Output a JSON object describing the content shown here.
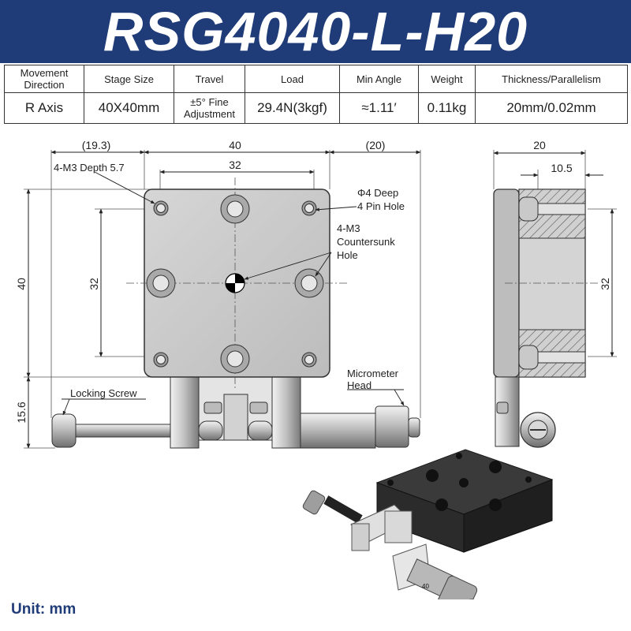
{
  "title": "RSG4040-L-H20",
  "spec_table": {
    "headers": [
      "Movement Direction",
      "Stage Size",
      "Travel",
      "Load",
      "Min Angle",
      "Weight",
      "Thickness/Parallelism"
    ],
    "values": [
      "R Axis",
      "40X40mm",
      "±5° Fine Adjustment",
      "29.4N(3kgf)",
      "≈1.11′",
      "0.11kg",
      "20mm/0.02mm"
    ]
  },
  "front_view": {
    "dim_left_offset": "(19.3)",
    "dim_width": "40",
    "dim_right_offset": "(20)",
    "dim_hole_spacing_h": "32",
    "dim_height": "40",
    "dim_hole_spacing_v": "32",
    "dim_lower": "15.6",
    "label_m3_depth": "4-M3 Depth 5.7",
    "label_pin_hole_1": "Φ4 Deep",
    "label_pin_hole_2": "4 Pin Hole",
    "label_countersunk_1": "4-M3",
    "label_countersunk_2": "Countersunk",
    "label_countersunk_3": "Hole",
    "label_locking_screw": "Locking Screw",
    "label_micrometer_1": "Micrometer",
    "label_micrometer_2": "Head"
  },
  "side_view": {
    "dim_thickness": "20",
    "dim_inner": "10.5",
    "dim_hole_spacing_v": "32"
  },
  "photo": {
    "micrometer_mark": "40"
  },
  "unit_label": "Unit: mm",
  "colors": {
    "banner": "#1f3b78",
    "stage_face": "#c9c9c9",
    "stage_outline": "#333333",
    "photo_body": "#2b2b2b"
  }
}
